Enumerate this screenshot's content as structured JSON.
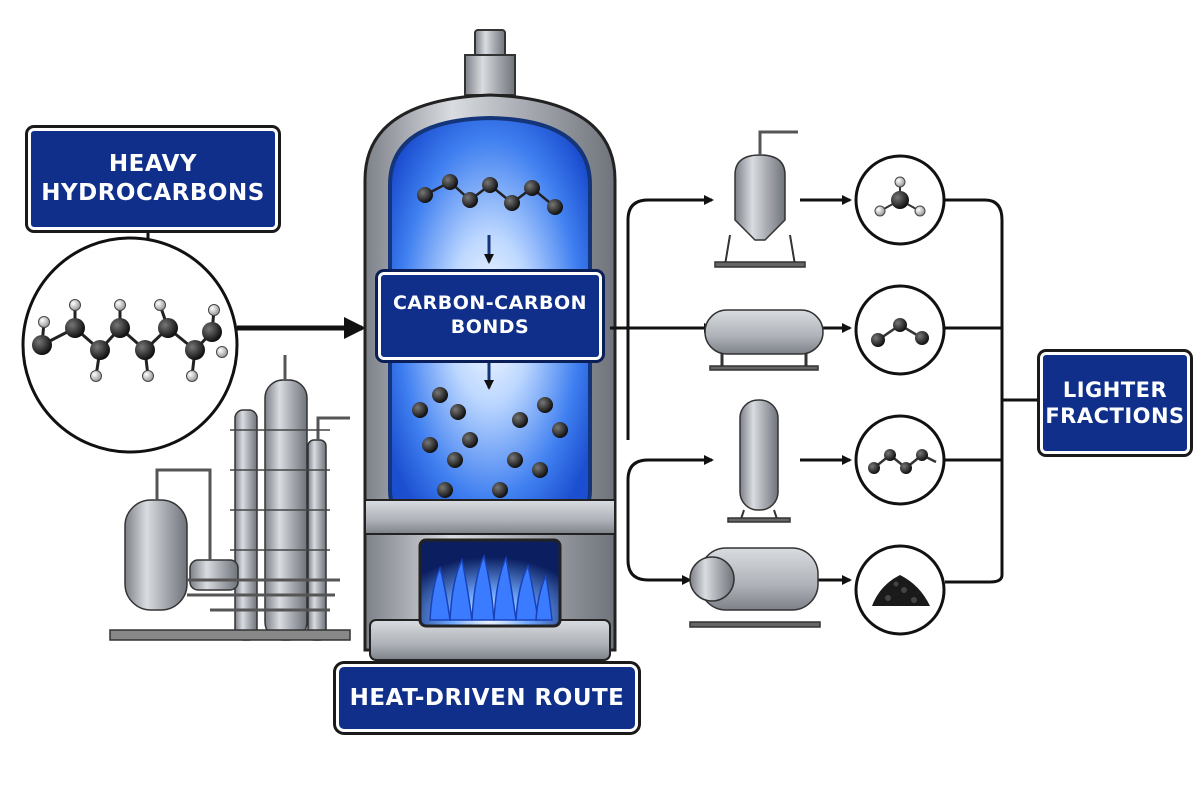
{
  "labels": {
    "heavy": [
      "HEAVY",
      "HYDROCARBONS"
    ],
    "carbon": [
      "CARBON-CARBON",
      "BONDS"
    ],
    "lighter": [
      "LIGHTER",
      "FRACTIONS"
    ],
    "route": "HEAT-DRIVEN ROUTE"
  },
  "colors": {
    "label_fill": "#0f2f8a",
    "chamber_glow": "#2f6fe8",
    "flame": "#3a7bff",
    "steel": "#9ea3aa"
  },
  "icons": {
    "input_molecule": "long-chain-molecule-icon",
    "refinery": "refinery-plant-icon",
    "reactor": "cracking-reactor-icon",
    "burner": "flame-icon",
    "equipment": [
      "tower-vessel-icon",
      "horizontal-tank-icon",
      "column-vessel-icon",
      "drum-vessel-icon"
    ],
    "products": [
      "methane-molecule-icon",
      "short-chain-molecule-icon",
      "medium-chain-molecule-icon",
      "coke-pile-icon"
    ]
  }
}
